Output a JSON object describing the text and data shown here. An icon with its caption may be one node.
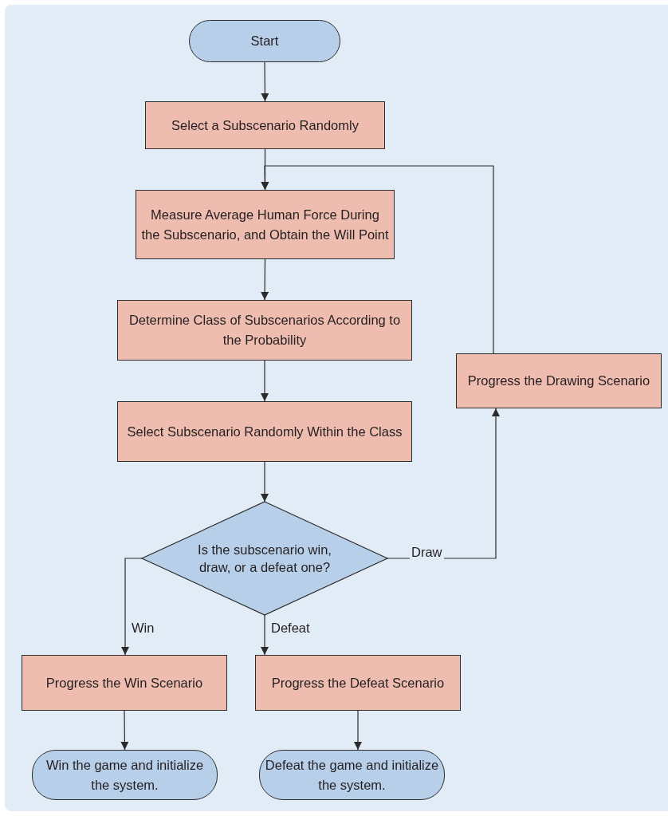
{
  "diagram": {
    "nodes": [
      {
        "text": [
          "Start"
        ]
      },
      {
        "text": [
          "Select a Subscenario Randomly"
        ]
      },
      {
        "text": [
          "Measure Average Human Force During the Subscenario, and Obtain the Will Point"
        ]
      },
      {
        "text": [
          "Determine Class of Subscenarios According to the Probability"
        ]
      },
      {
        "text": [
          "Select Subscenario Randomly Within the Class"
        ]
      },
      {
        "text": [
          "Is the subscenario win, draw, or a defeat one?"
        ]
      },
      {
        "text": [
          "Progress the Drawing Scenario"
        ]
      },
      {
        "text": [
          "Progress the Win Scenario"
        ]
      },
      {
        "text": [
          "Progress the Defeat Scenario"
        ]
      },
      {
        "text": [
          "Win the game and initialize the system."
        ]
      },
      {
        "text": [
          "Defeat the game and initialize the system."
        ]
      }
    ],
    "edges": [
      {
        "from": 0,
        "to": 1,
        "arrow": "to"
      },
      {
        "from": 1,
        "to": 2,
        "arrow": "to"
      },
      {
        "from": 2,
        "to": 3,
        "arrow": "to"
      },
      {
        "from": 3,
        "to": 4,
        "arrow": "to"
      },
      {
        "from": 4,
        "to": 5,
        "arrow": "to"
      },
      {
        "from": 5,
        "to": 6,
        "arrow": "to",
        "label": "Draw"
      },
      {
        "from": 6,
        "to": 2,
        "arrow": "to"
      },
      {
        "from": 5,
        "to": 7,
        "arrow": "to",
        "label": "Win"
      },
      {
        "from": 5,
        "to": 8,
        "arrow": "to",
        "label": "Defeat"
      },
      {
        "from": 7,
        "to": 9,
        "arrow": "to"
      },
      {
        "from": 8,
        "to": 10,
        "arrow": "to"
      }
    ]
  }
}
